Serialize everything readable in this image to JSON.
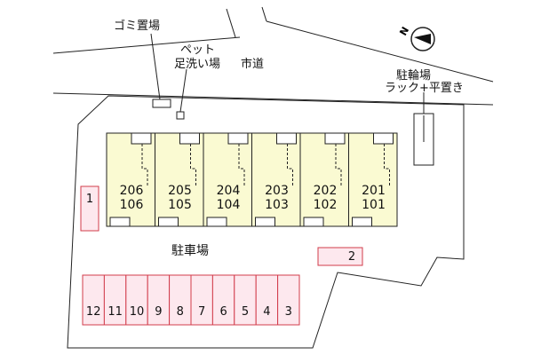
{
  "colors": {
    "building_fill": "#fafad2",
    "parking_fill": "#fde8ee",
    "parking_border": "#d23c4b",
    "line": "#222222"
  },
  "labels": {
    "garbage": "ゴミ置場",
    "pet_line1": "ペット",
    "pet_line2": "足洗い場",
    "city_road": "市道",
    "bicycle_line1": "駐輪場",
    "bicycle_line2": "ラック+平置き",
    "parking_lot": "駐車場"
  },
  "compass": {
    "icon": "north-arrow-icon",
    "letter": "N"
  },
  "units": [
    {
      "upper": "206",
      "lower": "106"
    },
    {
      "upper": "205",
      "lower": "105"
    },
    {
      "upper": "204",
      "lower": "104"
    },
    {
      "upper": "203",
      "lower": "103"
    },
    {
      "upper": "202",
      "lower": "102"
    },
    {
      "upper": "201",
      "lower": "101"
    }
  ],
  "parking": {
    "left_spot": "1",
    "right_spot": "2",
    "row": [
      "12",
      "11",
      "10",
      "9",
      "8",
      "7",
      "6",
      "5",
      "4",
      "3"
    ]
  }
}
